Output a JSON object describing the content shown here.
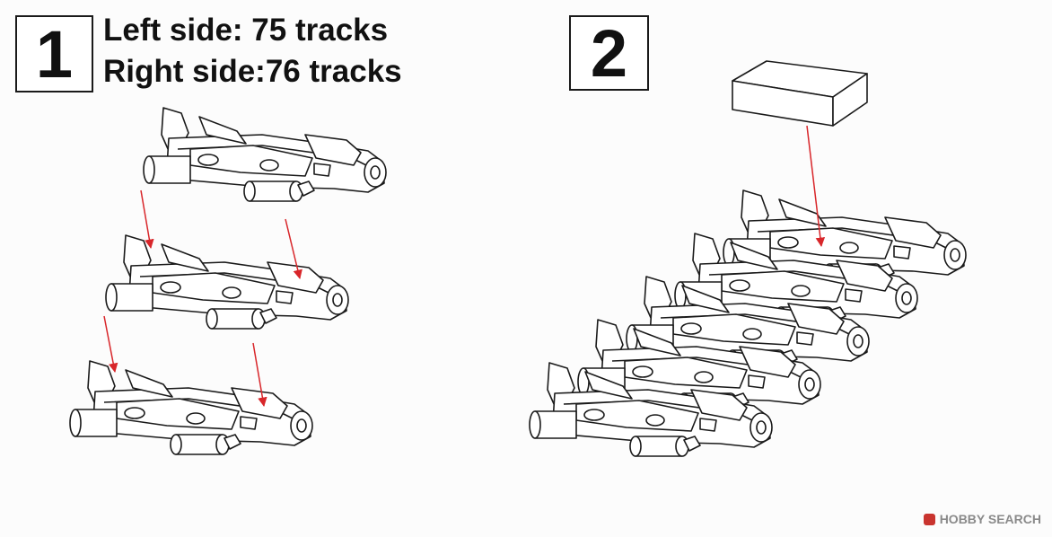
{
  "steps": {
    "step1": {
      "number": "1",
      "left_side": "Left side: 75 tracks",
      "right_side": "Right side:76 tracks"
    },
    "step2": {
      "number": "2"
    }
  },
  "watermark": {
    "text": "HOBBY SEARCH"
  },
  "colors": {
    "arrow": "#d8262a",
    "line": "#1a1a1a",
    "paper": "#fcfcfc"
  }
}
